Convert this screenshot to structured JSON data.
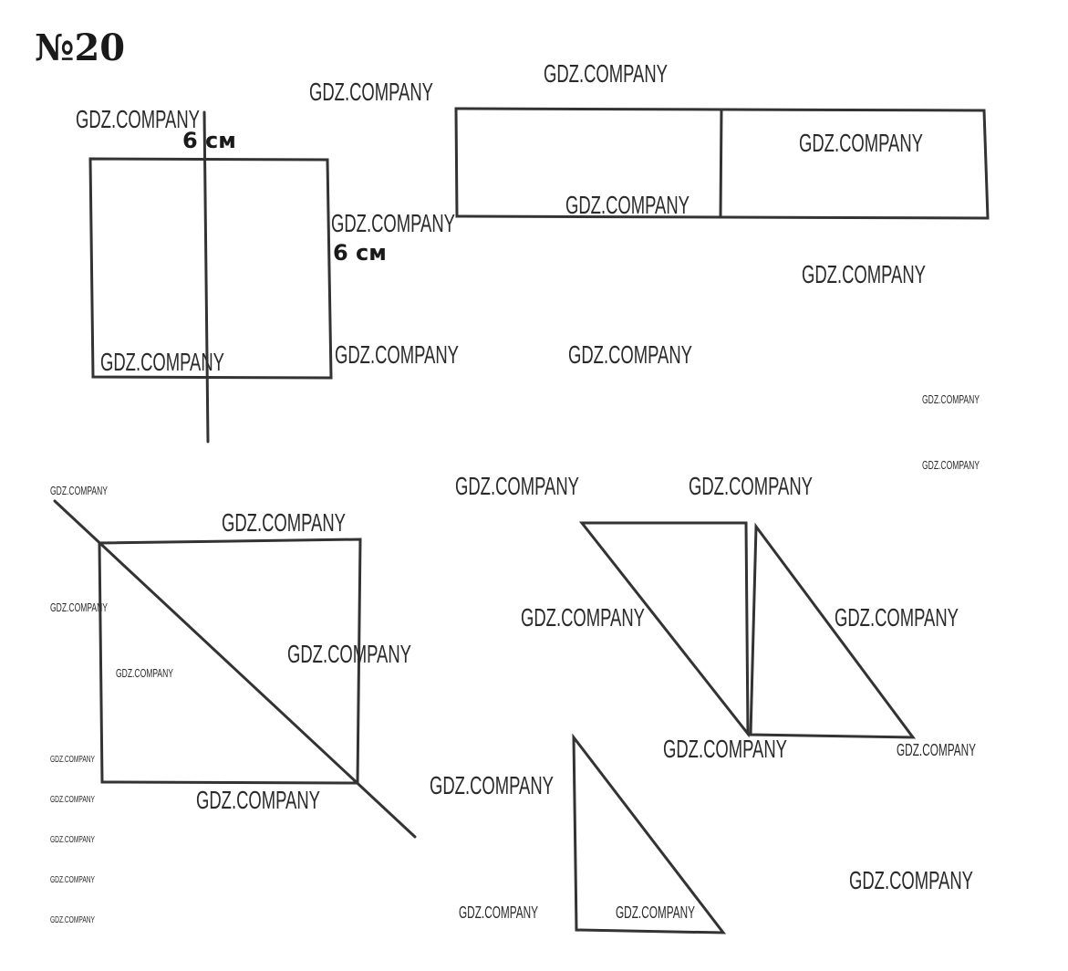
{
  "problem_number": "№20",
  "dimension_label_top": "6 см",
  "dimension_label_side": "6 см",
  "watermark_text": "GDZ.COMPANY",
  "line_color": "#333333",
  "figures": [
    "square-with-vertical-axis",
    "rectangle-split-in-two",
    "square-with-diagonal",
    "two-triangles-pair",
    "single-right-triangle"
  ]
}
